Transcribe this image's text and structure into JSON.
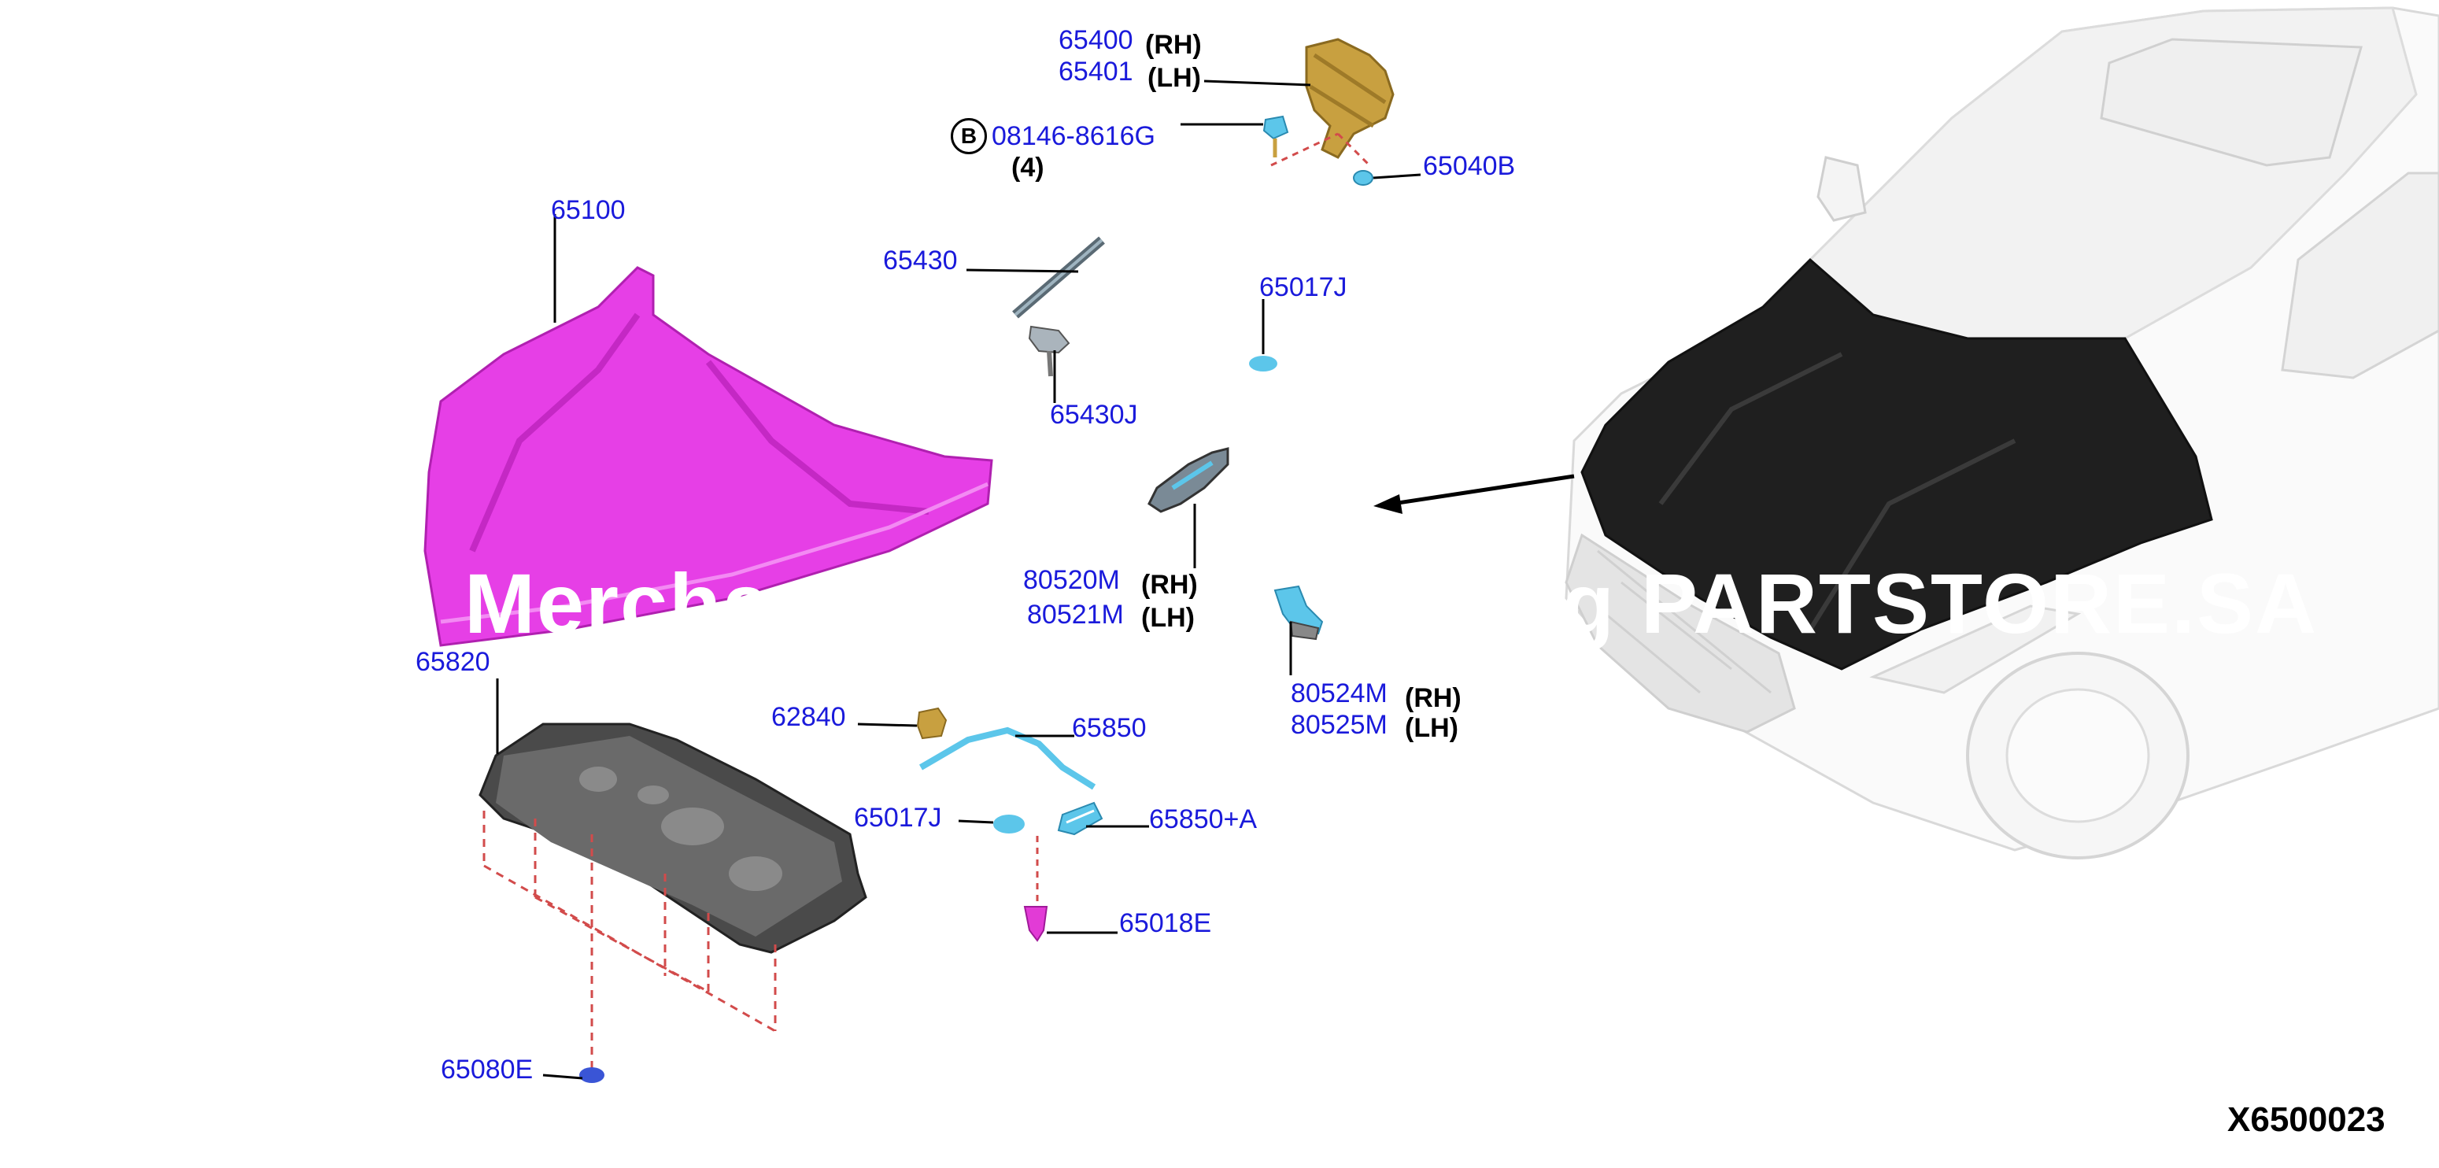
{
  "diagram": {
    "code": "X6500023",
    "ref_circle": "B",
    "callouts": [
      {
        "id": "65400",
        "side": "(RH)"
      },
      {
        "id": "65401",
        "side": "(LH)"
      },
      {
        "id": "08146-8616G",
        "qty": "(4)"
      },
      {
        "id": "65040B"
      },
      {
        "id": "65100"
      },
      {
        "id": "65430"
      },
      {
        "id": "65017J"
      },
      {
        "id": "65430J"
      },
      {
        "id": "80520M",
        "side": "(RH)"
      },
      {
        "id": "80521M",
        "side": "(LH)"
      },
      {
        "id": "80524M",
        "side": "(RH)"
      },
      {
        "id": "80525M",
        "side": "(LH)"
      },
      {
        "id": "65820"
      },
      {
        "id": "62840"
      },
      {
        "id": "65850"
      },
      {
        "id": "65017J"
      },
      {
        "id": "65850+A"
      },
      {
        "id": "65018E"
      },
      {
        "id": "65080E"
      }
    ],
    "watermark_left": "Merchant ",
    "watermark_right": "g PARTSTORE.SA",
    "colors": {
      "label": "#1a1adb",
      "hood": "#e63fe6",
      "insulator": "#444444",
      "blue_part": "#5cc6ea",
      "gold_part": "#c8a040",
      "pink_clip": "#e23bd6",
      "car_hood": "#1f1f1f"
    }
  }
}
